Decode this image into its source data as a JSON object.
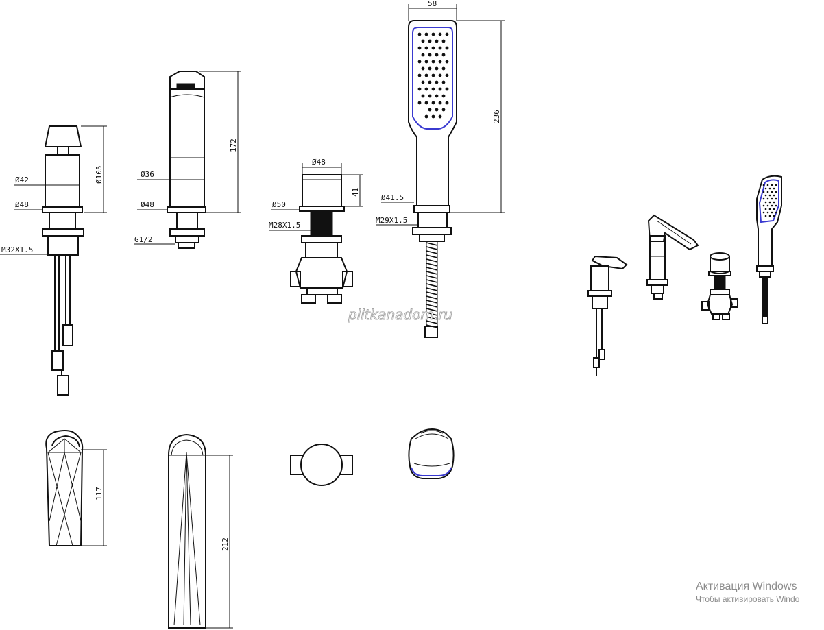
{
  "dimensions": {
    "d42": "Ø42",
    "d48a": "Ø48",
    "m32": "M32X1.5",
    "h105": "Ø105",
    "d36": "Ø36",
    "d48b": "Ø48",
    "g12": "G1/2",
    "h172": "172",
    "d48c": "Ø48",
    "d50": "Ø50",
    "m28": "M28X1.5",
    "h41": "41",
    "w58": "58",
    "d415": "Ø41.5",
    "m29": "M29X1.5",
    "h236": "236",
    "h117": "117",
    "h212": "212"
  },
  "watermark": "plitkanadom.ru",
  "activation": {
    "title": "Активация Windows",
    "subtitle": "Чтобы активировать Windo"
  }
}
